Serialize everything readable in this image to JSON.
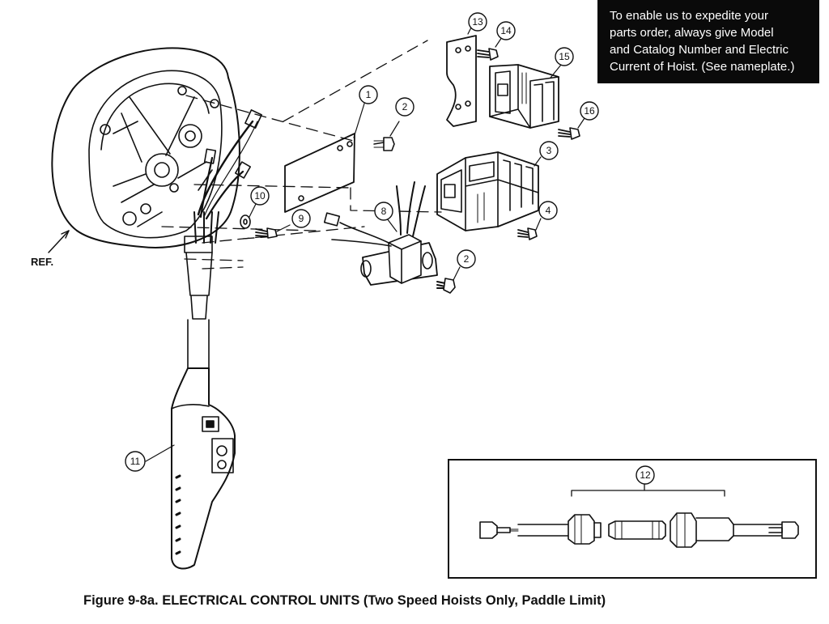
{
  "notice": {
    "lines": [
      "To enable us to expedite your",
      "parts order, always give Model",
      "and Catalog Number and Electric",
      "Current of Hoist. (See nameplate.)"
    ]
  },
  "caption": "Figure 9-8a. ELECTRICAL CONTROL UNITS (Two Speed Hoists Only, Paddle Limit)",
  "ref_label": "REF.",
  "callouts": {
    "c1": "1",
    "c2a": "2",
    "c2b": "2",
    "c3": "3",
    "c4": "4",
    "c8": "8",
    "c9": "9",
    "c10": "10",
    "c11": "11",
    "c12": "12",
    "c13": "13",
    "c14": "14",
    "c15": "15",
    "c16": "16"
  },
  "colors": {
    "ink": "#111111",
    "paper": "#ffffff",
    "notice_bg": "#0a0a0a"
  }
}
